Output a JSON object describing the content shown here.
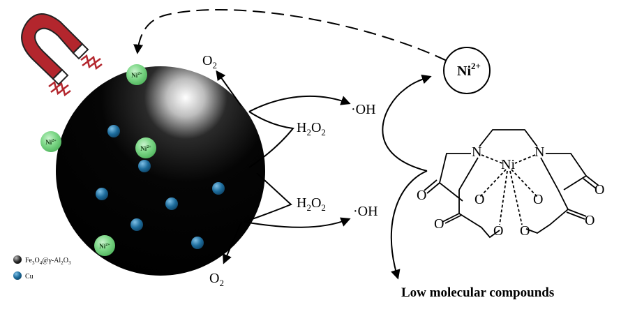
{
  "colors": {
    "sphere": "#050505",
    "ni_ion": "#6fd07a",
    "cu_dot": "#1d6c9c",
    "magnet": "#b3262d",
    "line": "#000000"
  },
  "ni_ion_label": "Ni",
  "ni_ion_charge": "2+",
  "oxygen": {
    "o": "O",
    "sub": "2"
  },
  "peroxide": {
    "h": "H",
    "sub1": "2",
    "o": "O",
    "sub2": "2"
  },
  "hydroxyl": "·OH",
  "ni_circle": {
    "base": "Ni",
    "charge": "2+"
  },
  "complex": {
    "n": "N",
    "ni": "Ni",
    "o": "O"
  },
  "legend": {
    "fe": {
      "fe": "Fe",
      "s3": "3",
      "o": "O",
      "s4": "4",
      "at": "@γ-Al",
      "s2": "2",
      "o2": "O",
      "s3b": "3"
    },
    "cu": "Cu"
  },
  "products": "Low molecular compounds",
  "icons": [
    "magnet-icon"
  ]
}
